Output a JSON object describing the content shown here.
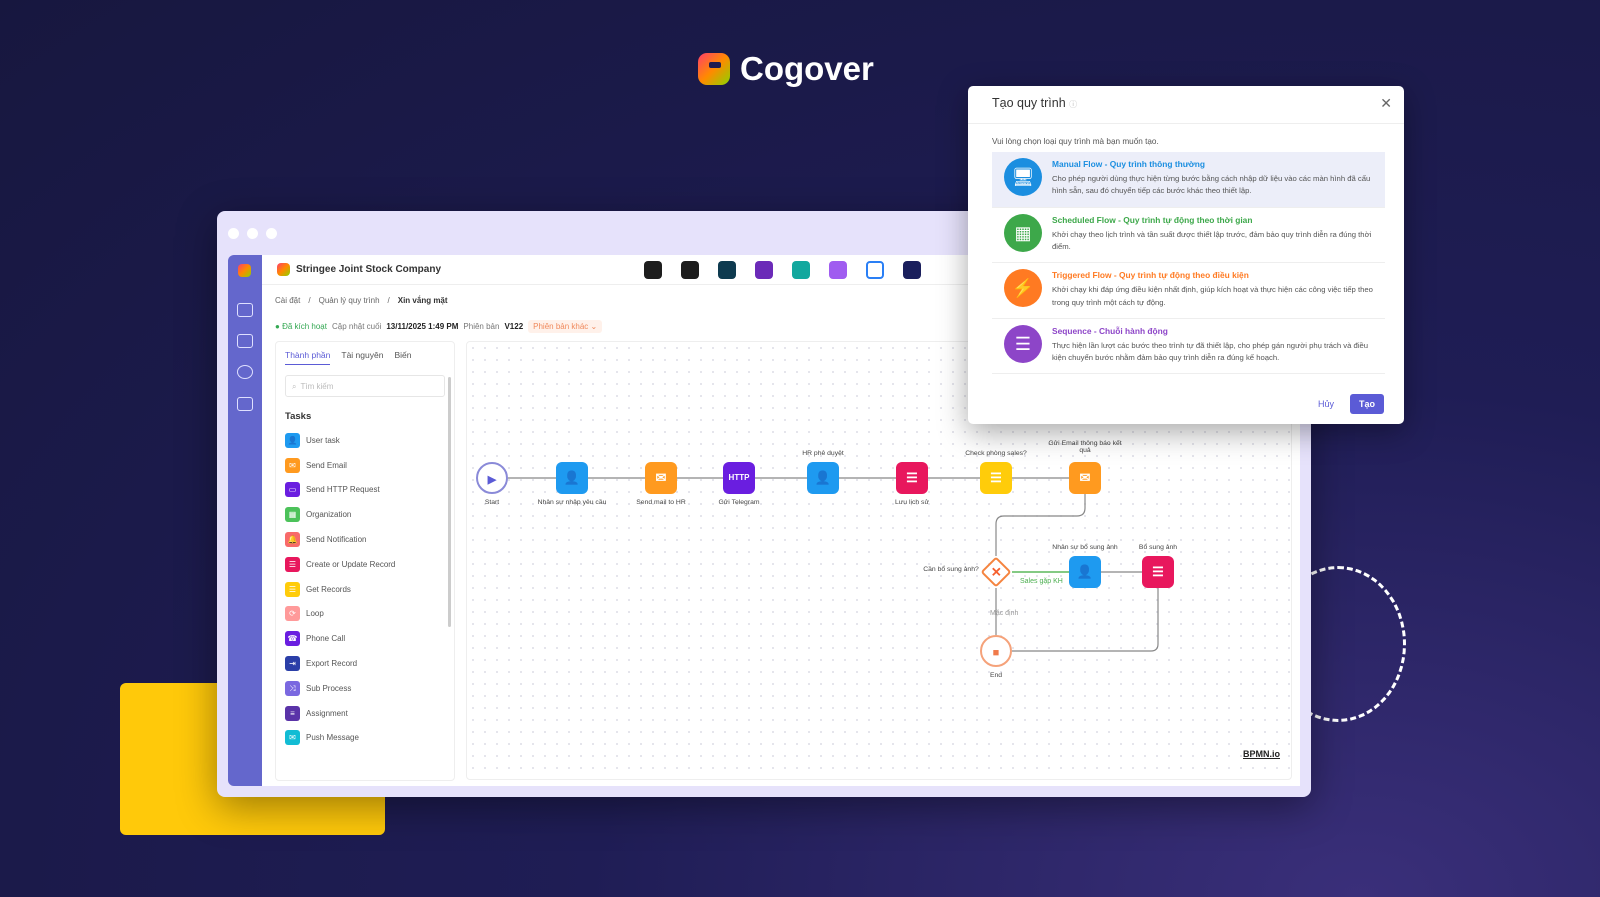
{
  "brand": {
    "name": "Cogover"
  },
  "app": {
    "company": "Stringee Joint Stock Company",
    "breadcrumb": [
      "Cài đặt",
      "Quản lý quy trình",
      "Xin vắng mặt"
    ],
    "status": {
      "active": "Đã kích hoạt",
      "updated_label": "Cập nhật cuối",
      "updated": "13/11/2025 1:49 PM",
      "version_label": "Phiên bản",
      "version": "V122",
      "other_version": "Phiên bản khác"
    },
    "apps": [
      {
        "name": "app-1",
        "color": "#1d1d1d"
      },
      {
        "name": "app-2",
        "color": "#1d1d1d"
      },
      {
        "name": "app-3",
        "color": "#0e3a4f"
      },
      {
        "name": "app-4",
        "color": "#6b2ab8"
      },
      {
        "name": "app-5",
        "color": "#13a89e"
      },
      {
        "name": "app-6",
        "color": "#a05cf0"
      },
      {
        "name": "app-7",
        "color": "#ffffff"
      },
      {
        "name": "app-8",
        "color": "#1a1f5c"
      }
    ],
    "panel": {
      "tabs": [
        "Thành phần",
        "Tài nguyên",
        "Biến"
      ],
      "search_placeholder": "Tìm kiếm",
      "tasks_heading": "Tasks",
      "tasks": [
        {
          "label": "User task",
          "color": "#1e9af0",
          "icon": "👤"
        },
        {
          "label": "Send Email",
          "color": "#ff9a1f",
          "icon": "✉"
        },
        {
          "label": "Send HTTP Request",
          "color": "#6a1ee0",
          "icon": "▭"
        },
        {
          "label": "Organization",
          "color": "#4cc25a",
          "icon": "▦"
        },
        {
          "label": "Send Notification",
          "color": "#f86a6a",
          "icon": "🔔"
        },
        {
          "label": "Create or Update Record",
          "color": "#e8175d",
          "icon": "☰"
        },
        {
          "label": "Get Records",
          "color": "#ffcc0a",
          "icon": "☰"
        },
        {
          "label": "Loop",
          "color": "#ff9a9a",
          "icon": "⟳"
        },
        {
          "label": "Phone Call",
          "color": "#6a1ee0",
          "icon": "☎"
        },
        {
          "label": "Export Record",
          "color": "#2b3fa8",
          "icon": "⇥"
        },
        {
          "label": "Sub Process",
          "color": "#7a68e0",
          "icon": "⤨"
        },
        {
          "label": "Assignment",
          "color": "#5a33a8",
          "icon": "≡"
        },
        {
          "label": "Push Message",
          "color": "#12bcd4",
          "icon": "✉"
        }
      ]
    },
    "flow": {
      "nodes": [
        {
          "id": "start",
          "label": "Start",
          "type": "start"
        },
        {
          "id": "n1",
          "label": "Nhân sự nhập yêu cầu",
          "type": "user",
          "color": "#1e9af0",
          "icon": "👤"
        },
        {
          "id": "n2",
          "label": "Send mail to HR",
          "type": "task",
          "color": "#ff9a1f",
          "icon": "✉"
        },
        {
          "id": "n3",
          "label": "Gửi Telegram",
          "type": "task",
          "color": "#6a1ee0",
          "icon": "HTTP"
        },
        {
          "id": "n4",
          "label": "HR phê duyệt",
          "type": "user",
          "color": "#1e9af0",
          "icon": "👤"
        },
        {
          "id": "n5",
          "label": "Lưu lịch sử",
          "type": "task",
          "color": "#e8175d",
          "icon": "☰"
        },
        {
          "id": "n6",
          "label": "Check phòng sales?",
          "type": "task",
          "color": "#ffcc0a",
          "icon": "☰"
        },
        {
          "id": "n7",
          "label": "Gửi Email thông báo kết quả",
          "type": "task",
          "color": "#ff9a1f",
          "icon": "✉"
        },
        {
          "id": "gw",
          "label": "Cần bổ sung ảnh?",
          "type": "gateway"
        },
        {
          "id": "n8",
          "label": "Nhân sự bổ sung ảnh",
          "type": "user",
          "color": "#1e9af0",
          "icon": "👤"
        },
        {
          "id": "n9",
          "label": "Bổ sung ảnh",
          "type": "task",
          "color": "#e8175d",
          "icon": "☰"
        },
        {
          "id": "end",
          "label": "End",
          "type": "end"
        }
      ],
      "edge_labels": {
        "yes": "Sales gặp KH",
        "default": "Mặc định"
      },
      "watermark": "BPMN.io"
    }
  },
  "modal": {
    "title": "Tạo quy trình",
    "subtitle": "Vui lòng chọn loại quy trình mà bạn muốn tạo.",
    "options": [
      {
        "title": "Manual Flow - Quy trình thông thường",
        "desc": "Cho phép người dùng thực hiện từng bước bằng cách nhập dữ liệu vào các màn hình đã cấu hình sẵn, sau đó chuyển tiếp các bước khác theo thiết lập.",
        "color": "#1b8ee0",
        "icon": "🖥",
        "selected": true
      },
      {
        "title": "Scheduled Flow - Quy trình tự động theo thời gian",
        "desc": "Khởi chạy theo lịch trình và tần suất được thiết lập trước, đảm bảo quy trình diễn ra đúng thời điểm.",
        "color": "#3da84a",
        "icon": "▦",
        "selected": false
      },
      {
        "title": "Triggered Flow - Quy trình tự động theo điều kiện",
        "desc": "Khởi chạy khi đáp ứng điều kiện nhất định, giúp kích hoạt và thực hiện các công việc tiếp theo trong quy trình một cách tự động.",
        "color": "#ff7a22",
        "icon": "⚡",
        "selected": false
      },
      {
        "title": "Sequence - Chuỗi hành động",
        "desc": "Thực hiện lần lượt các bước theo trình tự đã thiết lập, cho phép gán người phụ trách và điều kiện chuyển bước nhằm đảm bảo quy trình diễn ra đúng kế hoạch.",
        "color": "#8d45c8",
        "icon": "☰",
        "selected": false
      }
    ],
    "cancel": "Hủy",
    "create": "Tạo"
  }
}
